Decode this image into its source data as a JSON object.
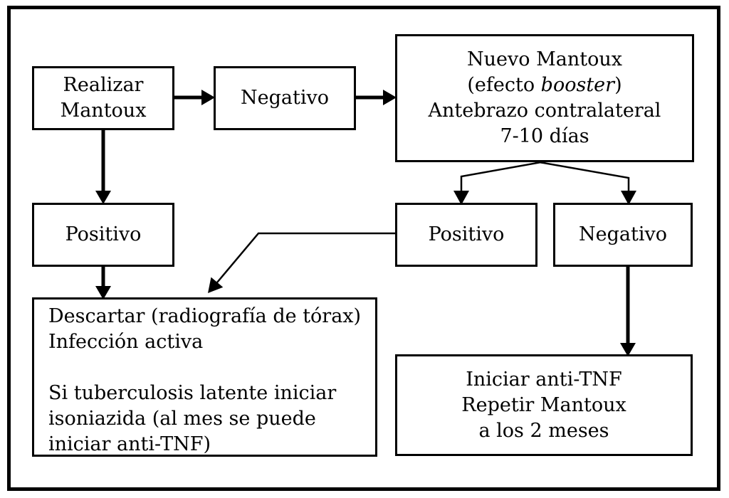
{
  "colors": {
    "line": "#000000",
    "background": "#ffffff",
    "text": "#000000"
  },
  "diagram": {
    "type": "flowchart",
    "nodes": {
      "realizar": {
        "lines": [
          "Realizar",
          "Mantoux"
        ]
      },
      "negativo_top": {
        "lines": [
          "Negativo"
        ]
      },
      "nuevo_mantoux": {
        "line1": "Nuevo Mantoux",
        "line2_prefix": "(efecto ",
        "line2_italic": "booster",
        "line2_suffix": ")",
        "line3": "Antebrazo contralateral",
        "line4": "7-10 días"
      },
      "positivo_left": {
        "lines": [
          "Positivo"
        ]
      },
      "positivo_middle": {
        "lines": [
          "Positivo"
        ]
      },
      "negativo_middle": {
        "lines": [
          "Negativo"
        ]
      },
      "descartar": {
        "lines": [
          "Descartar (radiografía de tórax)",
          "Infección activa",
          "",
          "Si tuberculosis latente iniciar",
          "isoniazida (al mes se puede",
          "iniciar anti-TNF)"
        ]
      },
      "iniciar_antitnf": {
        "lines": [
          "Iniciar anti-TNF",
          "Repetir Mantoux",
          "a los 2 meses"
        ]
      }
    },
    "edges": [
      {
        "from": "realizar",
        "to": "negativo_top"
      },
      {
        "from": "negativo_top",
        "to": "nuevo_mantoux"
      },
      {
        "from": "realizar",
        "to": "positivo_left"
      },
      {
        "from": "positivo_left",
        "to": "descartar"
      },
      {
        "from": "nuevo_mantoux",
        "to": "positivo_middle"
      },
      {
        "from": "nuevo_mantoux",
        "to": "negativo_middle"
      },
      {
        "from": "positivo_middle",
        "to": "descartar"
      },
      {
        "from": "negativo_middle",
        "to": "iniciar_antitnf"
      }
    ]
  }
}
